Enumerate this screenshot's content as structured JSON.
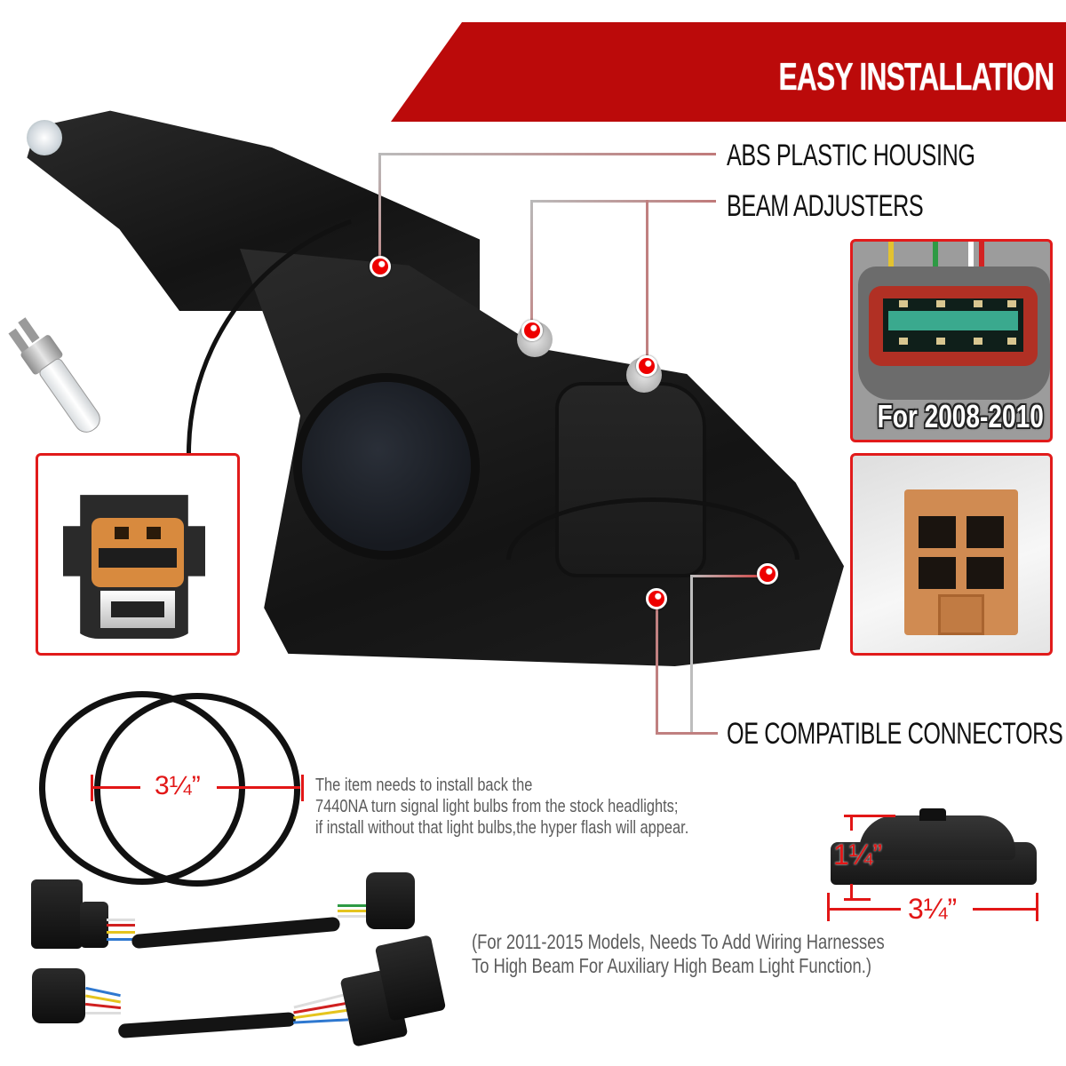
{
  "banner": {
    "title": "EASY INSTALLATION",
    "color": "#bb0a0a"
  },
  "callouts": {
    "abs_housing": "ABS PLASTIC HOUSING",
    "beam_adjusters": "BEAM ADJUSTERS",
    "oe_connectors": "OE COMPATIBLE CONNECTORS",
    "leader_color": "#c08080",
    "marker_color": "#ee0000"
  },
  "insets": {
    "left_connector": {
      "subject": "orange 2-pin connector in black housing"
    },
    "right_top_connector": {
      "subject": "grey/red multi-pin connector",
      "caption": "For 2008-2010"
    },
    "right_bottom_connector": {
      "subject": "tan 2-pin connector"
    },
    "border_color": "#e11b1b"
  },
  "rings": {
    "dimension": "3¼”"
  },
  "notes": {
    "turn_signal": [
      "The item needs to install back the",
      "7440NA turn signal light bulbs from the stock headlights;",
      "if install without that light bulbs,the hyper flash will appear."
    ],
    "harness": [
      "(For 2011-2015 Models, Needs To Add Wiring Harnesses",
      "To High Beam For Auxiliary High Beam Light Function.)"
    ]
  },
  "dust_cap": {
    "height_dimension": "1¼”",
    "width_dimension": "3¼”"
  },
  "product_parts": {
    "headlight": "projector headlight assembly (rear view)",
    "bulb": "halogen bulb",
    "harnesses": "2 wiring harness adapters"
  }
}
